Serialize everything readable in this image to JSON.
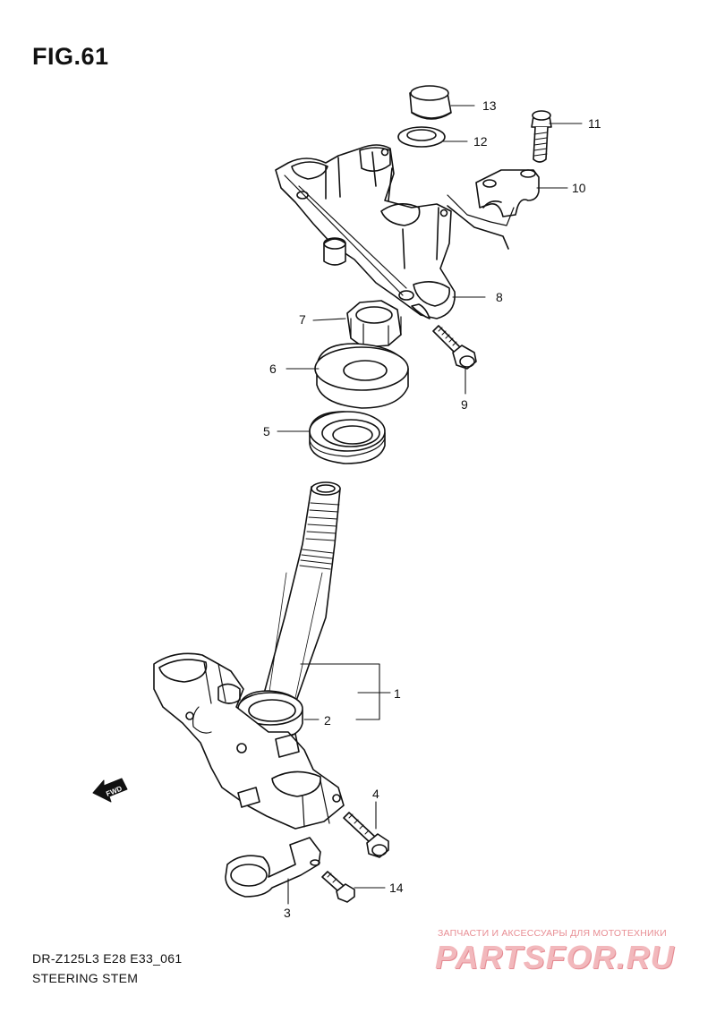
{
  "figure": {
    "title": "FIG.61"
  },
  "footer": {
    "model_code": "DR-Z125L3 E28 E33_061",
    "subtitle": "STEERING STEM"
  },
  "watermark": {
    "tagline": "ЗАПЧАСТИ И АКСЕССУАРЫ ДЛЯ МОТОТЕХНИКИ",
    "logo_text": "PARTSFOR.RU"
  },
  "fwd_arrow": {
    "label": "FWD"
  },
  "callouts": [
    {
      "num": "1"
    },
    {
      "num": "2"
    },
    {
      "num": "3"
    },
    {
      "num": "4"
    },
    {
      "num": "5"
    },
    {
      "num": "6"
    },
    {
      "num": "7"
    },
    {
      "num": "8"
    },
    {
      "num": "9"
    },
    {
      "num": "10"
    },
    {
      "num": "11"
    },
    {
      "num": "12"
    },
    {
      "num": "13"
    },
    {
      "num": "14"
    }
  ],
  "colors": {
    "line": "#111111",
    "watermark": "#e88e94",
    "background": "#ffffff"
  }
}
